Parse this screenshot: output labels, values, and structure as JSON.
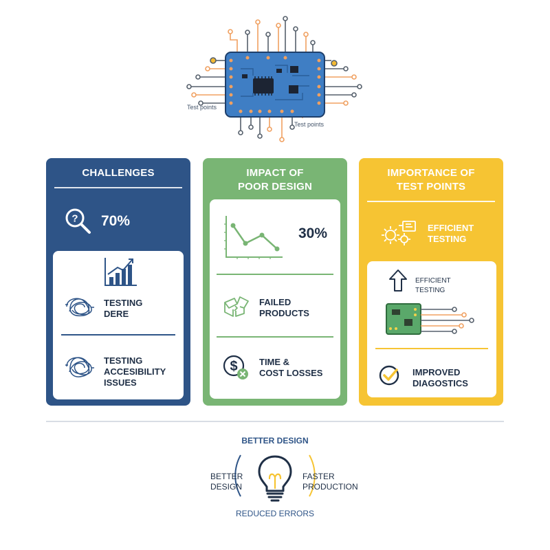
{
  "illustration": {
    "test_point_label_left": "Test points",
    "test_point_label_right": "Test points",
    "colors": {
      "board": "#3f7ec4",
      "chip": "#1c2433",
      "trace_gray": "#555f6b",
      "trace_orange": "#f0a060",
      "test_point": "#f2b933"
    }
  },
  "panels": {
    "challenges": {
      "title": "CHALLENGES",
      "stat": "70%",
      "stat_icon": "magnifier-question-icon",
      "items": [
        {
          "icon": "tangled-wire-icon",
          "text_line1": "TESTING",
          "text_line2": "DERE"
        },
        {
          "icon": "tangled-wire-icon",
          "text_line1": "TESTING",
          "text_line2": "ACCESIBILITY",
          "text_line3": "ISSUES"
        }
      ],
      "color": "#2e5487"
    },
    "impact": {
      "title_line1": "IMPACT OF",
      "title_line2": "POOR DESIGN",
      "stat": "30%",
      "items": [
        {
          "icon": "broken-box-icon",
          "text_line1": "FAILED",
          "text_line2": "PRODUCTS"
        },
        {
          "icon": "dollar-x-icon",
          "text_line1": "TIME &",
          "text_line2": "COST LOSSES"
        }
      ],
      "color": "#79b574"
    },
    "importance": {
      "title_line1": "IMPORTANCE OF",
      "title_line2": "TEST POINTS",
      "header_item": {
        "icon": "gears-circuit-icon",
        "text_line1": "EFFICIENT",
        "text_line2": "TESTING"
      },
      "card_item": {
        "icon": "up-arrow-icon",
        "text_line1": "EFFICIENT",
        "text_line2": "TESTING"
      },
      "bottom_item": {
        "icon": "check-circle-icon",
        "text_line1": "IMPROVED",
        "text_line2": "DIAGOSTICS"
      },
      "color": "#f6c433"
    }
  },
  "cycle": {
    "top": "BETTER DESIGN",
    "left_line1": "BETTER",
    "left_line2": "DESIGN",
    "right_line1": "FASTER",
    "right_line2": "PRODUCTION",
    "bottom": "REDUCED ERRORS",
    "center_icon": "lightbulb-icon"
  }
}
